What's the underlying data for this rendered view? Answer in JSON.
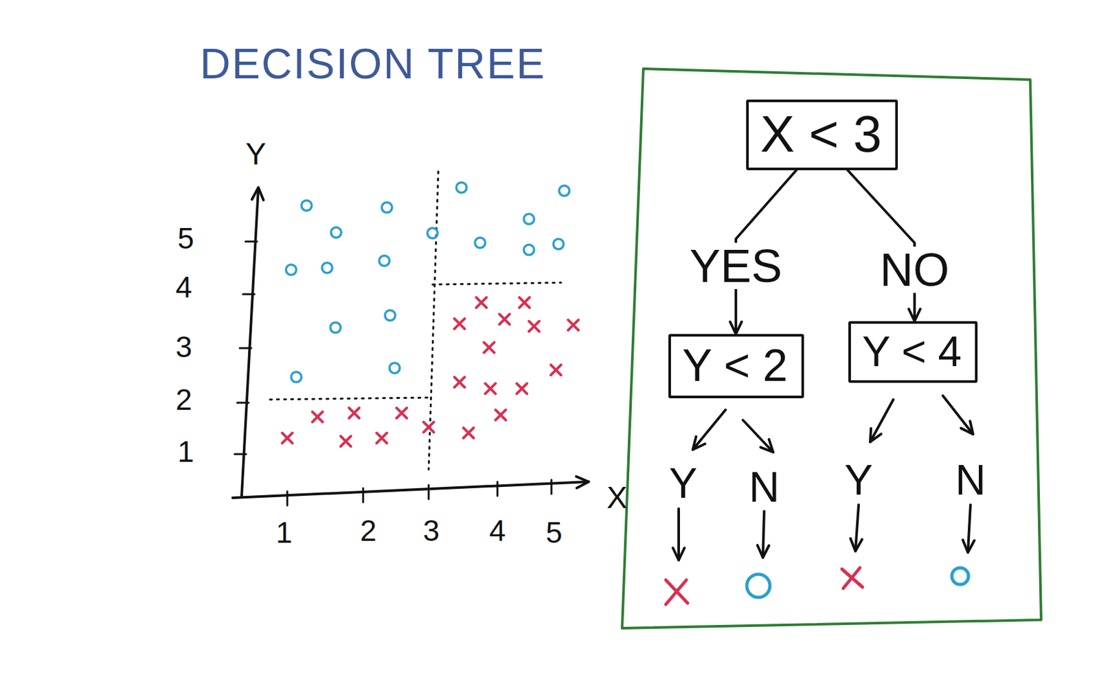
{
  "diagram": {
    "title": "DECISION TREE",
    "nodes": [
      {
        "text": [
          "X < 3"
        ]
      },
      {
        "text": [
          "Y < 2"
        ]
      },
      {
        "text": [
          "Y < 4"
        ]
      }
    ],
    "edges": [
      {
        "from": 0,
        "to": 1,
        "label": "YES",
        "arrow": "to"
      },
      {
        "from": 0,
        "to": 2,
        "label": "NO",
        "arrow": "to"
      }
    ],
    "labels": [
      "Y",
      "5",
      "4",
      "3",
      "2",
      "1",
      "1",
      "2",
      "3",
      "4",
      "5",
      "X",
      "Y",
      "N",
      "Y",
      "N"
    ]
  }
}
